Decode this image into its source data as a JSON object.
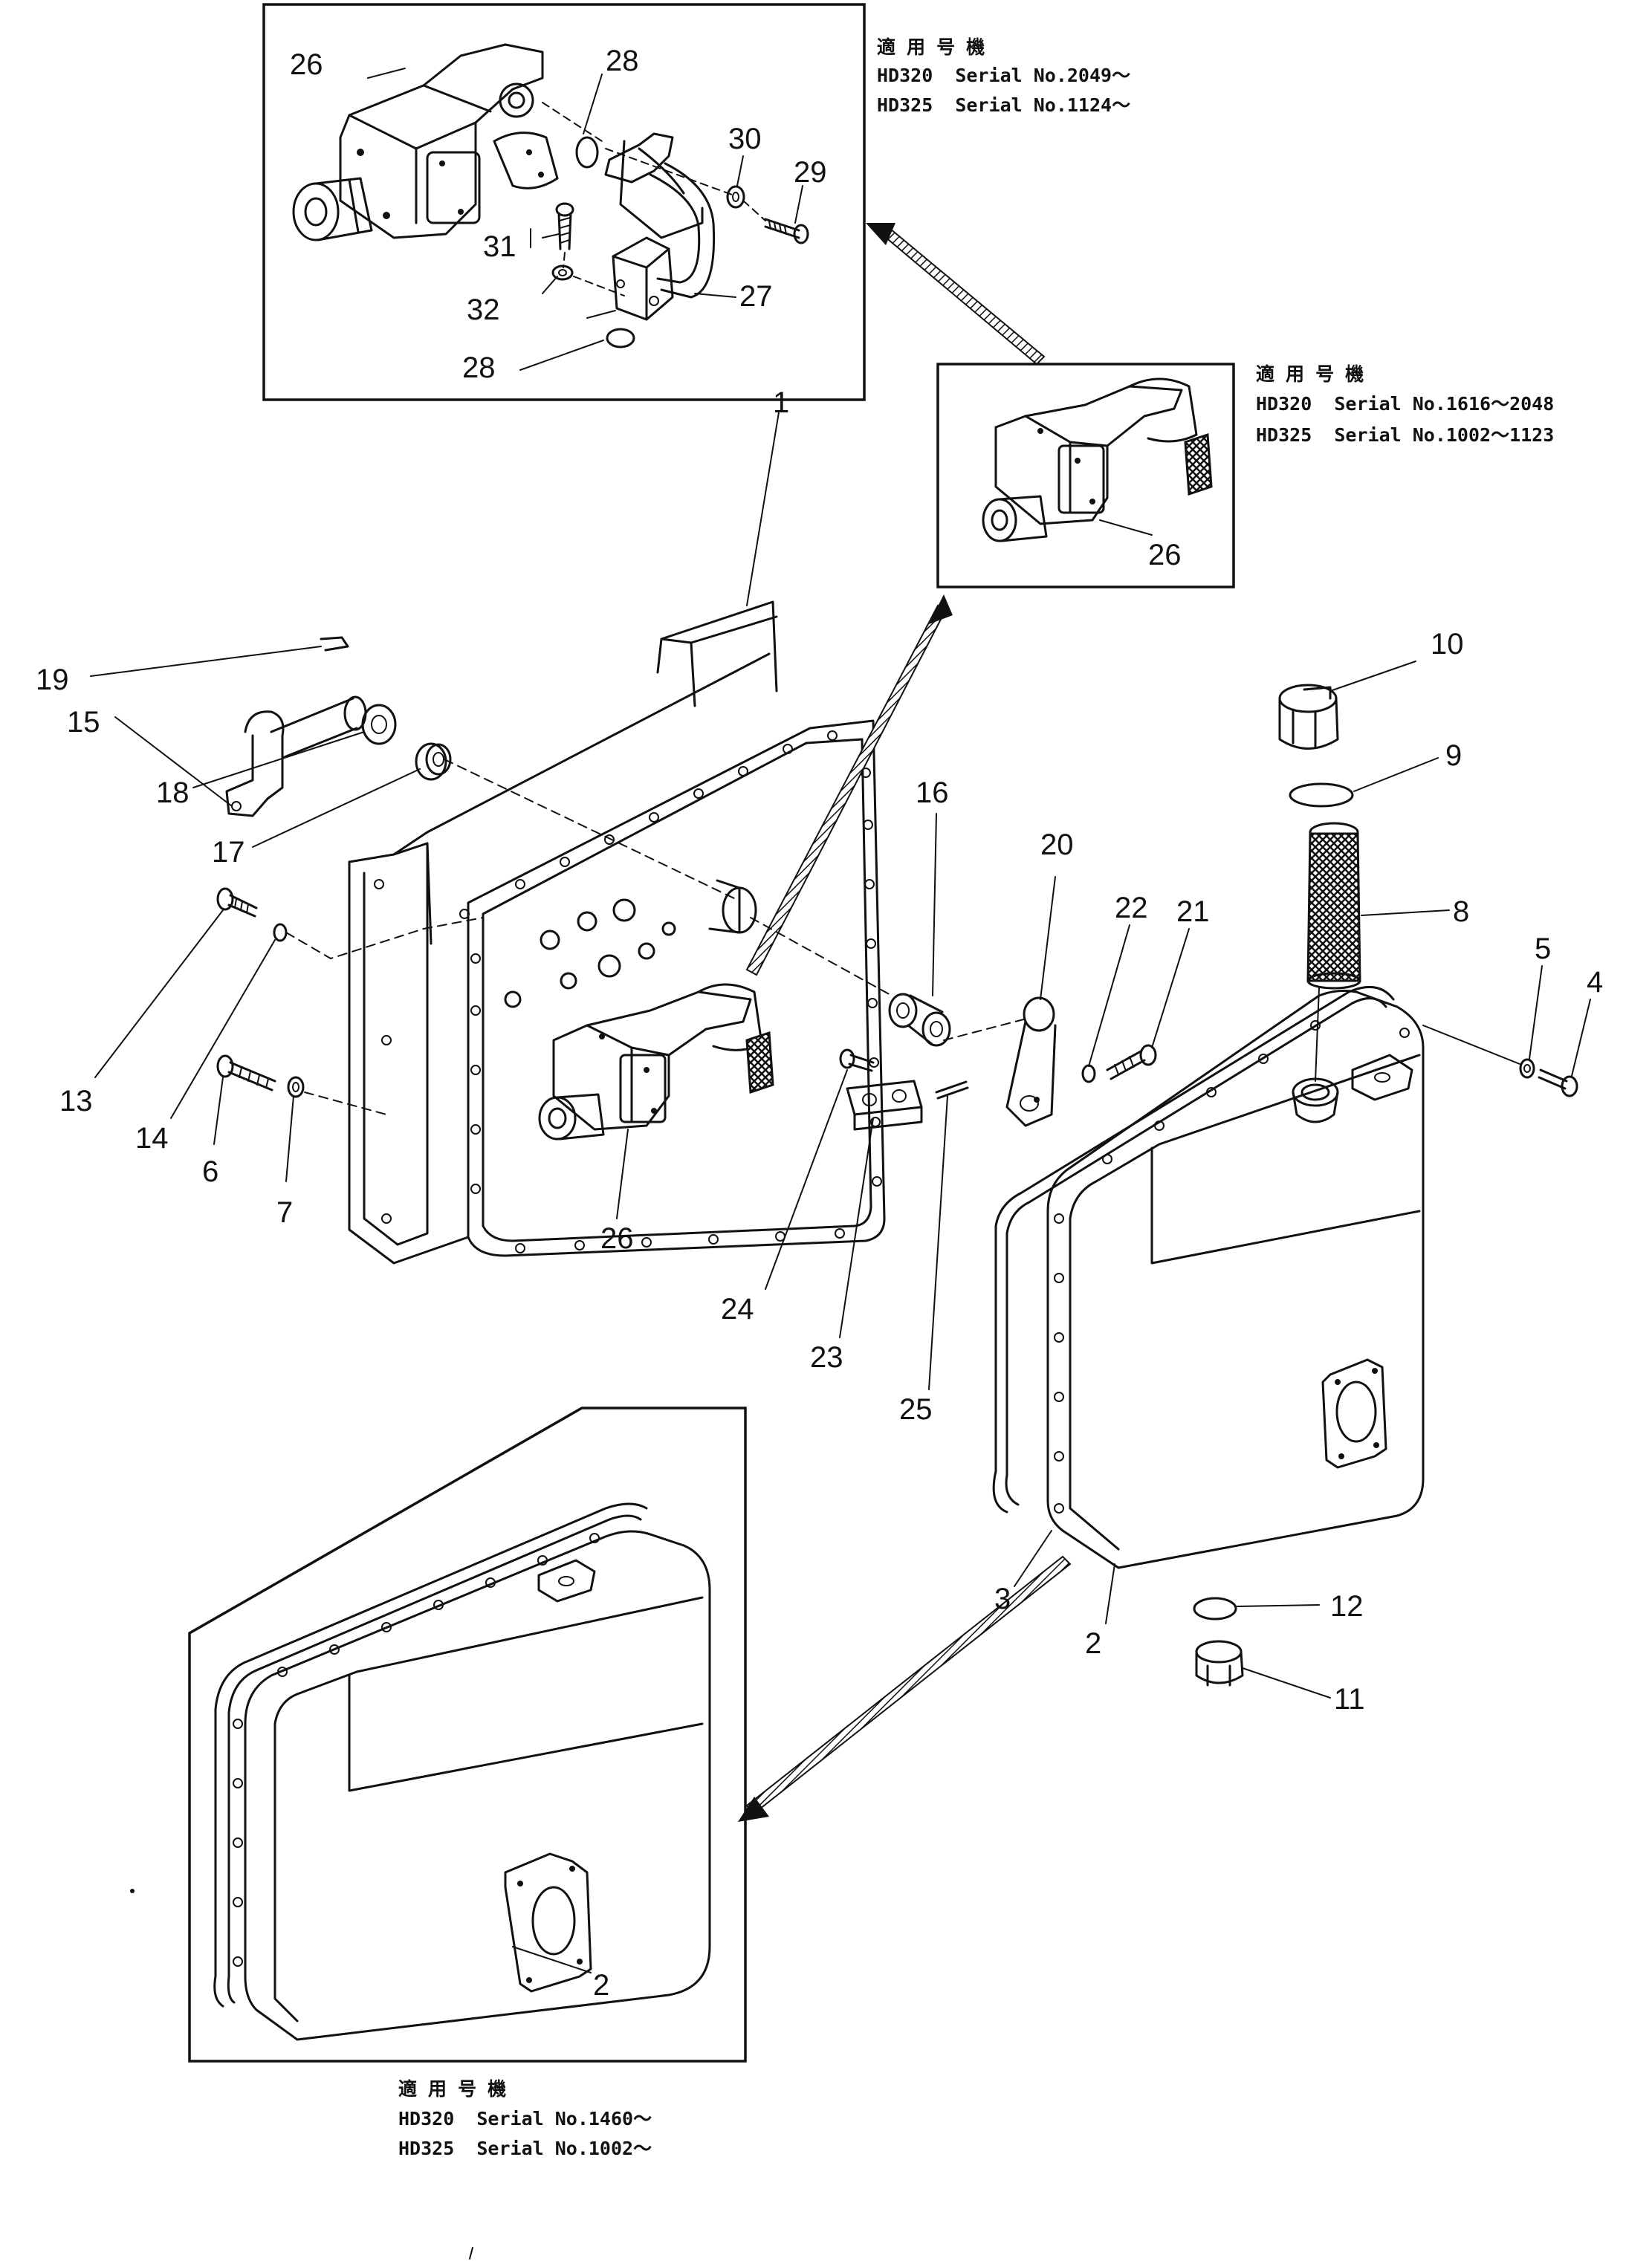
{
  "callouts": [
    {
      "id": "c1",
      "label": "1"
    },
    {
      "id": "c2a",
      "label": "2"
    },
    {
      "id": "c2b",
      "label": "2"
    },
    {
      "id": "c3",
      "label": "3"
    },
    {
      "id": "c4",
      "label": "4"
    },
    {
      "id": "c5",
      "label": "5"
    },
    {
      "id": "c6",
      "label": "6"
    },
    {
      "id": "c7",
      "label": "7"
    },
    {
      "id": "c8",
      "label": "8"
    },
    {
      "id": "c9",
      "label": "9"
    },
    {
      "id": "c10",
      "label": "10"
    },
    {
      "id": "c11",
      "label": "11"
    },
    {
      "id": "c12",
      "label": "12"
    },
    {
      "id": "c13",
      "label": "13"
    },
    {
      "id": "c14",
      "label": "14"
    },
    {
      "id": "c15",
      "label": "15"
    },
    {
      "id": "c16",
      "label": "16"
    },
    {
      "id": "c17",
      "label": "17"
    },
    {
      "id": "c18",
      "label": "18"
    },
    {
      "id": "c19",
      "label": "19"
    },
    {
      "id": "c20",
      "label": "20"
    },
    {
      "id": "c21",
      "label": "21"
    },
    {
      "id": "c22",
      "label": "22"
    },
    {
      "id": "c23",
      "label": "23"
    },
    {
      "id": "c24",
      "label": "24"
    },
    {
      "id": "c25",
      "label": "25"
    },
    {
      "id": "c26a",
      "label": "26"
    },
    {
      "id": "c26b",
      "label": "26"
    },
    {
      "id": "c26c",
      "label": "26"
    },
    {
      "id": "c27",
      "label": "27"
    },
    {
      "id": "c28a",
      "label": "28"
    },
    {
      "id": "c28b",
      "label": "28"
    },
    {
      "id": "c29",
      "label": "29"
    },
    {
      "id": "c30",
      "label": "30"
    },
    {
      "id": "c31",
      "label": "31"
    },
    {
      "id": "c32",
      "label": "32"
    }
  ],
  "notes": {
    "top": {
      "heading": "適 用 号 機",
      "line1": "HD320  Serial No.2049～",
      "line2": "HD325  Serial No.1124～"
    },
    "middle": {
      "heading": "適 用 号 機",
      "line1": "HD320  Serial No.1616～2048",
      "line2": "HD325  Serial No.1002～1123"
    },
    "bottom": {
      "heading": "適 用 号 機",
      "line1": "HD320  Serial No.1460～",
      "line2": "HD325  Serial No.1002～"
    }
  }
}
